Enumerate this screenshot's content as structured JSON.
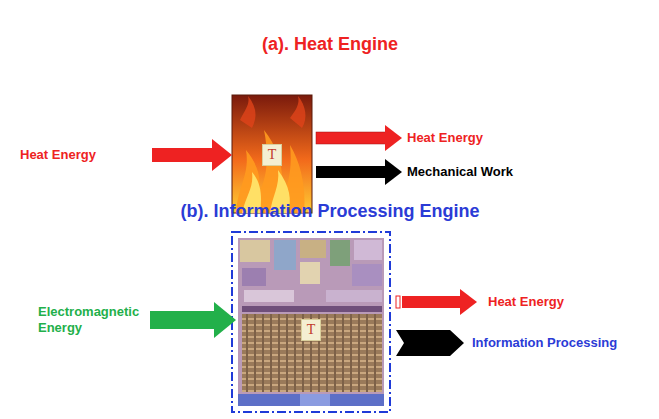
{
  "diagram": {
    "nodes": [
      {
        "text": [
          "T"
        ]
      },
      {
        "text": [
          "T"
        ]
      }
    ],
    "labels": [
      "(a). Heat Engine",
      "Heat Energy",
      "Heat Energy",
      "Mechanical Work",
      "(b). Information Processing Engine",
      "Electromagnetic Energy",
      "Heat Energy",
      "Information Processing"
    ]
  }
}
